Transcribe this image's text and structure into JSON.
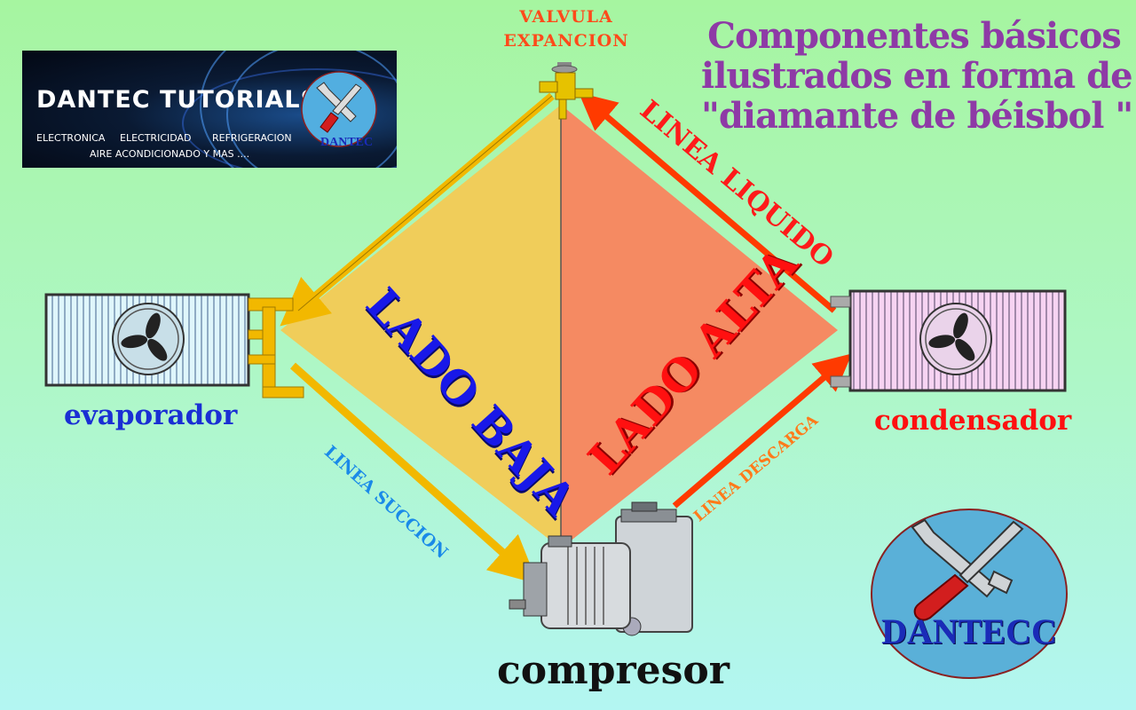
{
  "title_lines": [
    "Componentes básicos",
    "ilustrados en forma de",
    "\"diamante de béisbol \""
  ],
  "banner": {
    "title": "DANTEC  TUTORIALS",
    "sub1_a": "ELECTRONICA",
    "sub1_b": "ELECTRICIDAD",
    "sub1_c": "REFRIGERACION",
    "sub2": "AIRE  ACONDICIONADO Y MAS ....",
    "logo_text": "DANTEC"
  },
  "valve": {
    "line1": "VALVULA",
    "line2": "EXPANCION"
  },
  "sides": {
    "low": "LADO BAJA",
    "high": "LADO ALTA"
  },
  "lines": {
    "liquid": "LINEA LIQUIDO",
    "discharge": "LINEA DESCARGA",
    "suction": "LINEA SUCCION"
  },
  "components": {
    "evaporator": "evaporador",
    "condenser": "condensador",
    "compressor": "compresor"
  },
  "logo_big": "DANTECC",
  "colors": {
    "title": "#8e3aa6",
    "low_side": "#f0cd5a",
    "high_side": "#f58a62",
    "suction_line": "#f2b800",
    "liquid_line": "#ff3a00",
    "evaporator_text": "#1a2fd4",
    "condenser_text": "#ff1010",
    "valve_text": "#ff4a1a",
    "side_low_text": "#1818e8",
    "side_high_text": "#ff1010"
  }
}
